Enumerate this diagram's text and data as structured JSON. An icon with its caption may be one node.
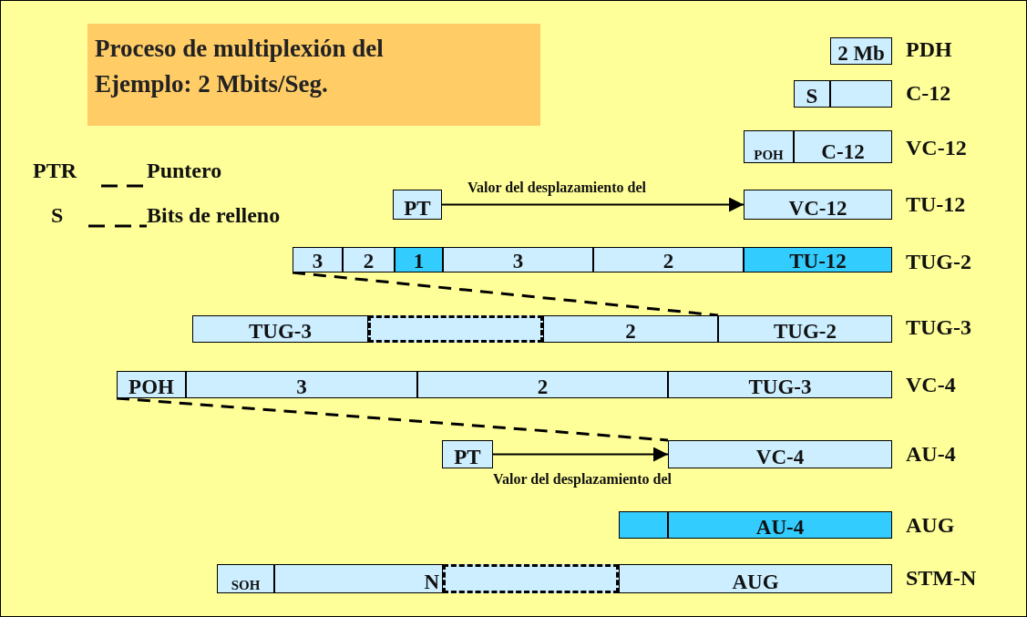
{
  "diagram": {
    "title": "Proceso de multiplexión del Ejemplo: 2 Mbits/Seg.",
    "nodes": [
      {
        "text": [
          "2 Mb"
        ]
      },
      {
        "text": [
          "S"
        ]
      },
      {
        "text": [],
        "shape": "box"
      },
      {
        "text": [
          "POH"
        ]
      },
      {
        "text": [
          "C-12"
        ]
      },
      {
        "text": [
          "PT"
        ]
      },
      {
        "text": [
          "VC-12"
        ]
      },
      {
        "text": [
          "3"
        ]
      },
      {
        "text": [
          "2"
        ]
      },
      {
        "text": [
          "1"
        ]
      },
      {
        "text": [
          "3"
        ]
      },
      {
        "text": [
          "2"
        ]
      },
      {
        "text": [
          "TU-12"
        ]
      },
      {
        "text": [
          "TUG-3"
        ]
      },
      {
        "text": [],
        "shape": "box"
      },
      {
        "text": [
          "2"
        ]
      },
      {
        "text": [
          "TUG-2"
        ]
      },
      {
        "text": [
          "POH"
        ]
      },
      {
        "text": [
          "3"
        ]
      },
      {
        "text": [
          "2"
        ]
      },
      {
        "text": [
          "TUG-3"
        ]
      },
      {
        "text": [
          "PT"
        ]
      },
      {
        "text": [
          "VC-4"
        ]
      },
      {
        "text": [],
        "shape": "box"
      },
      {
        "text": [
          "AU-4"
        ]
      },
      {
        "text": [
          "SOH"
        ]
      },
      {
        "text": [
          "N"
        ]
      },
      {
        "text": [],
        "shape": "box"
      },
      {
        "text": [
          "AUG"
        ]
      }
    ],
    "edges": [
      {
        "from": 5,
        "to": 6,
        "arrow": "to",
        "label": "Valor del desplazamiento del"
      },
      {
        "from": 7,
        "to": 16,
        "arrow": "none",
        "style": "dashed"
      },
      {
        "from": 17,
        "to": 22,
        "arrow": "none",
        "style": "dashed"
      },
      {
        "from": 21,
        "to": 22,
        "arrow": "to",
        "label": "Valor del desplazamiento del"
      }
    ],
    "labels": [
      "PDH",
      "C-12",
      "VC-12",
      "PTR",
      "Puntero",
      "TU-12",
      "S",
      "Bits de relleno",
      "TUG-2",
      "TUG-3",
      "VC-4",
      "AU-4",
      "AUG",
      "STM-N"
    ]
  }
}
